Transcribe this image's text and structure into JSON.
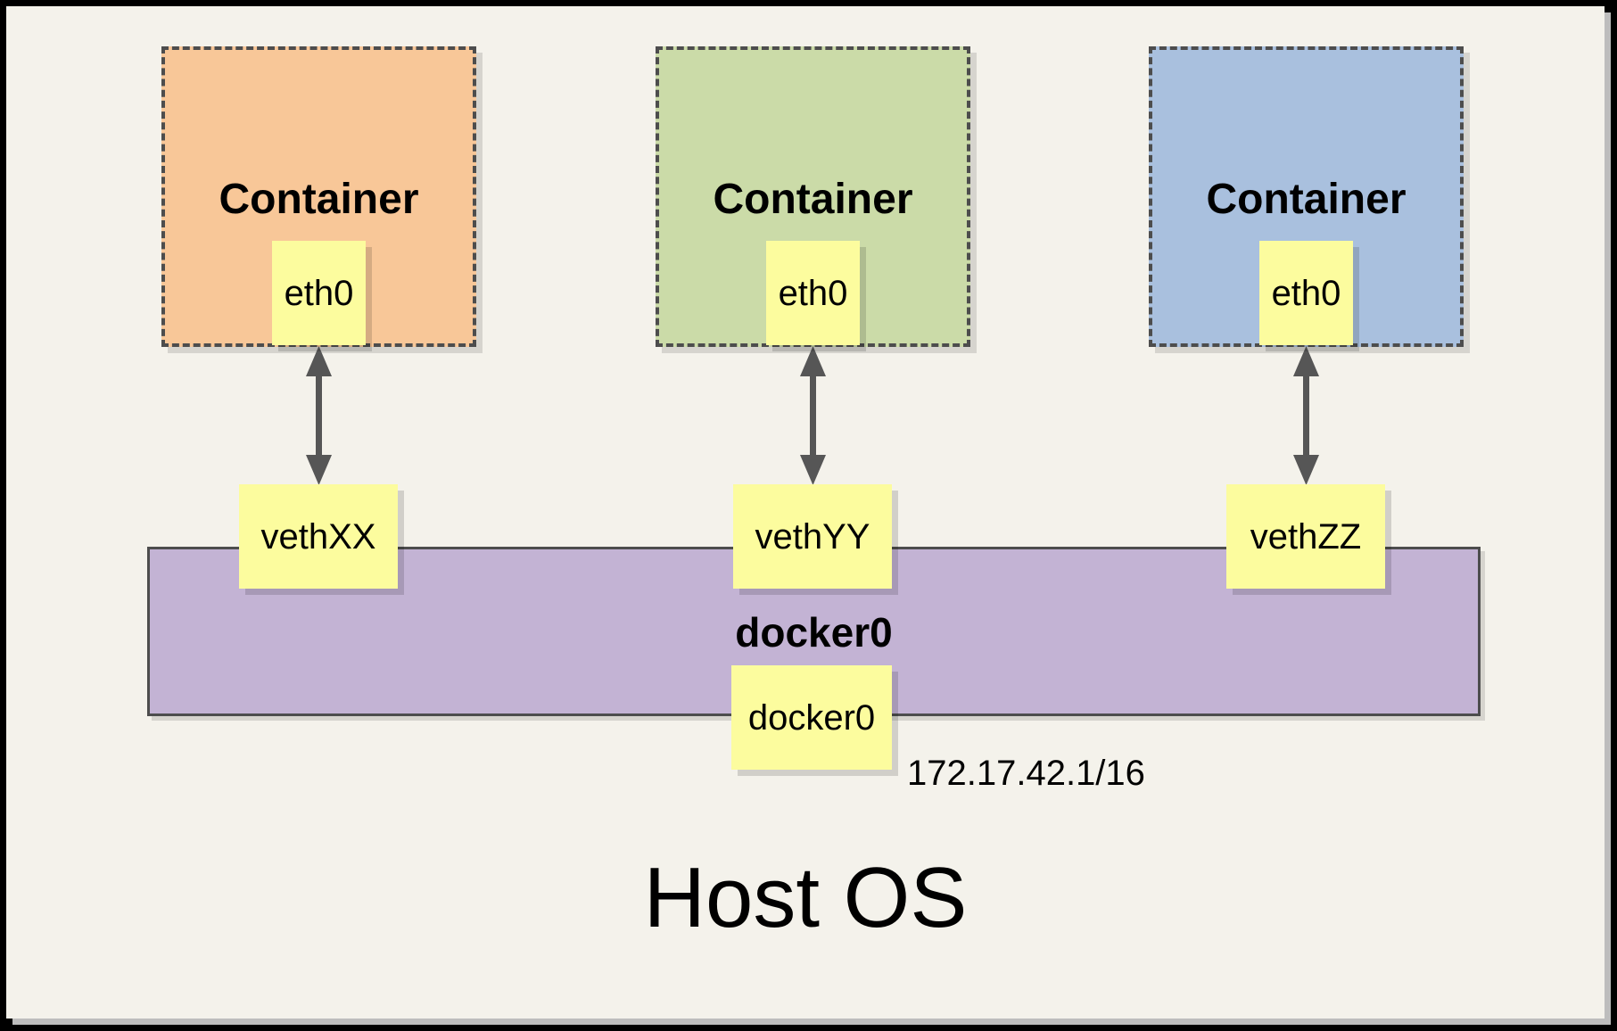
{
  "containers": [
    {
      "label": "Container",
      "interface": "eth0",
      "veth": "vethXX",
      "fill": "#F8C798"
    },
    {
      "label": "Container",
      "interface": "eth0",
      "veth": "vethYY",
      "fill": "#CBDBA8"
    },
    {
      "label": "Container",
      "interface": "eth0",
      "veth": "vethZZ",
      "fill": "#A9C0DE"
    }
  ],
  "bridge": {
    "label": "docker0",
    "interface_label": "docker0",
    "ip": "172.17.42.1/16",
    "fill": "#C3B3D4"
  },
  "host": {
    "label": "Host OS"
  },
  "colors": {
    "canvas": "#F4F2EB",
    "frame": "#000000",
    "canvas_shadow": "#BDBDBD",
    "note_fill": "#FCFC9E",
    "dashed_border": "#4D4D4D",
    "arrow": "#565656"
  }
}
